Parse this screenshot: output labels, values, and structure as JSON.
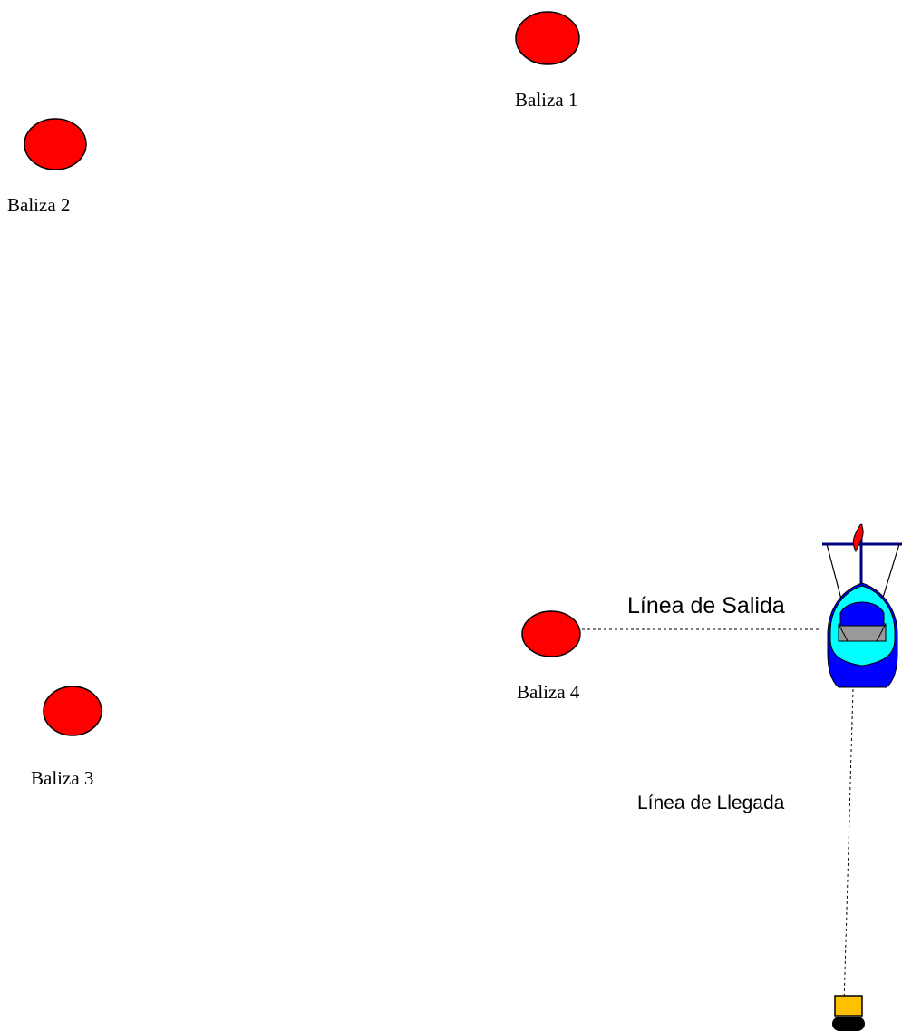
{
  "buoys": [
    {
      "label": "Baliza 1"
    },
    {
      "label": "Baliza 2"
    },
    {
      "label": "Baliza 3"
    },
    {
      "label": "Baliza 4"
    }
  ],
  "start_line": {
    "label": "Línea de Salida"
  },
  "finish_line": {
    "label": "Línea de Llegada"
  },
  "colors": {
    "buoy_fill": "#ff0000",
    "hull_outer": "#0000ff",
    "hull_inner": "#00ffff",
    "cabin_top": "#0000ff",
    "cabin_side": "#999999",
    "flag": "#ff0000",
    "rigging": "#000080",
    "marker_top": "#ffc000",
    "marker_base": "#000000"
  }
}
